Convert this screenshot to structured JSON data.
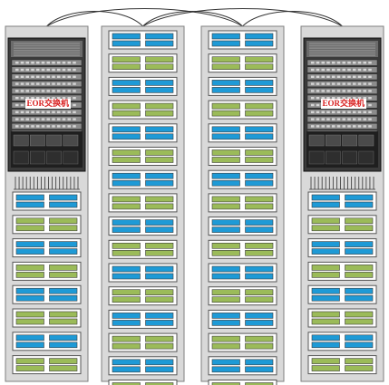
{
  "diagram": {
    "switch_label": "EOR交换机",
    "colors": {
      "rack_fill": "#d9d9d9",
      "rack_border": "#7f7f7f",
      "server_blue": "#1e9ad6",
      "server_green": "#9bbb59",
      "cable": "#333333",
      "switch_body": "#3a3a3a"
    },
    "racks": [
      {
        "id": "rack-1",
        "type": "switch",
        "server_colors": [
          "blue",
          "green",
          "blue",
          "green",
          "blue",
          "green",
          "blue",
          "green"
        ]
      },
      {
        "id": "rack-2",
        "type": "server",
        "server_colors": [
          "blue",
          "green",
          "blue",
          "green",
          "blue",
          "green",
          "blue",
          "green",
          "blue",
          "green",
          "blue",
          "green",
          "blue",
          "green",
          "blue",
          "green"
        ]
      },
      {
        "id": "rack-3",
        "type": "server",
        "server_colors": [
          "blue",
          "green",
          "blue",
          "green",
          "blue",
          "green",
          "blue",
          "green",
          "blue",
          "green",
          "blue",
          "green",
          "blue",
          "green",
          "blue",
          "green"
        ]
      },
      {
        "id": "rack-4",
        "type": "switch",
        "server_colors": [
          "blue",
          "green",
          "blue",
          "green",
          "blue",
          "green",
          "blue",
          "green"
        ]
      }
    ]
  }
}
